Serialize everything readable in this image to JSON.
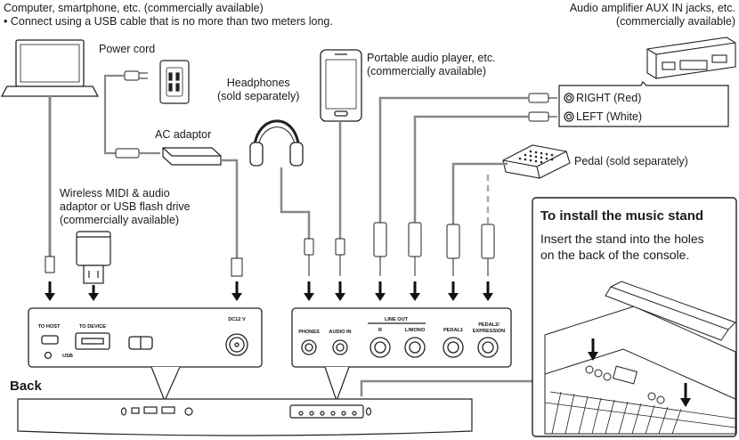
{
  "labels": {
    "computer_line1": "Computer, smartphone, etc. (commercially available)",
    "computer_line2": "• Connect using a USB cable that is no more than two meters long.",
    "power_cord": "Power cord",
    "ac_adaptor": "AC adaptor",
    "headphones": "Headphones\n(sold separately)",
    "audio_player": "Portable audio player, etc.\n(commercially available)",
    "amplifier": "Audio amplifier AUX IN jacks, etc.\n(commercially available)",
    "right_red": "RIGHT (Red)",
    "left_white": "LEFT (White)",
    "pedal": "Pedal (sold separately)",
    "wireless": "Wireless MIDI & audio\nadaptor or USB flash drive\n(commercially available)",
    "back": "Back"
  },
  "panel_left": {
    "to_host": "TO HOST",
    "to_device": "TO DEVICE",
    "usb": "USB",
    "dc": "DC12 V"
  },
  "panel_right": {
    "phones": "PHONES",
    "audio_in": "AUDIO IN",
    "line_out": "LINE OUT",
    "r": "R",
    "l_mono": "L/MONO",
    "pedal1": "PEDAL1",
    "pedal2": "PEDAL2/\nEXPRESSION"
  },
  "music_stand": {
    "title": "To install the music stand",
    "text": "Insert the stand into the holes\non the back of the console."
  }
}
